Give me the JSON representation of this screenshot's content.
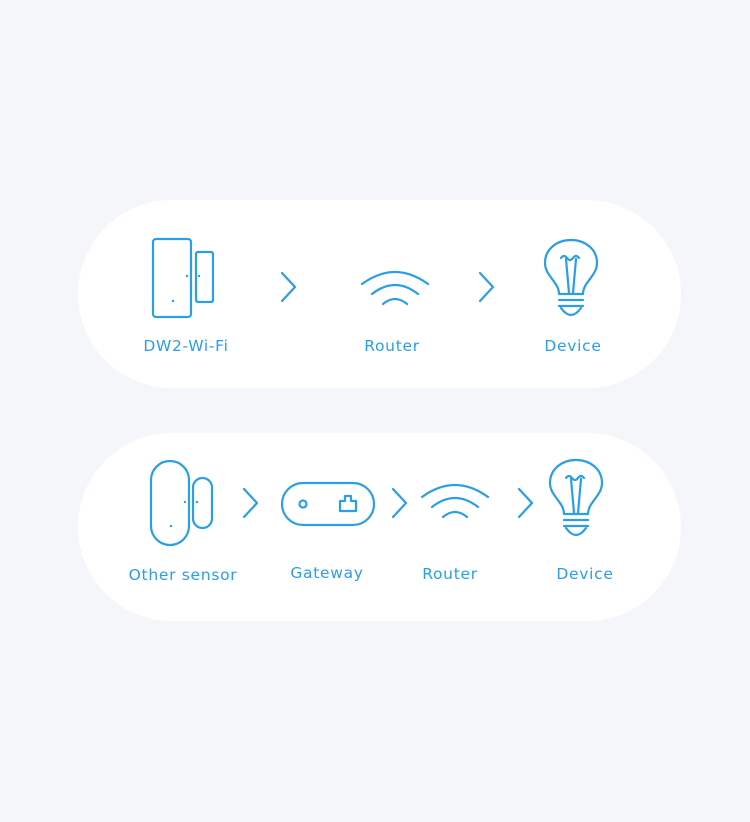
{
  "colors": {
    "accent": "#2a9ee6",
    "background": "#f4f6fa",
    "card": "#ffffff"
  },
  "flows": [
    {
      "nodes": [
        {
          "label": "DW2-Wi-Fi",
          "icon": "door-window-sensor-icon"
        },
        {
          "label": "Router",
          "icon": "wifi-icon"
        },
        {
          "label": "Device",
          "icon": "light-bulb-icon"
        }
      ]
    },
    {
      "nodes": [
        {
          "label": "Other sensor",
          "icon": "door-window-sensor-rounded-icon"
        },
        {
          "label": "Gateway",
          "icon": "gateway-icon"
        },
        {
          "label": "Router",
          "icon": "wifi-icon"
        },
        {
          "label": "Device",
          "icon": "light-bulb-icon"
        }
      ]
    }
  ]
}
